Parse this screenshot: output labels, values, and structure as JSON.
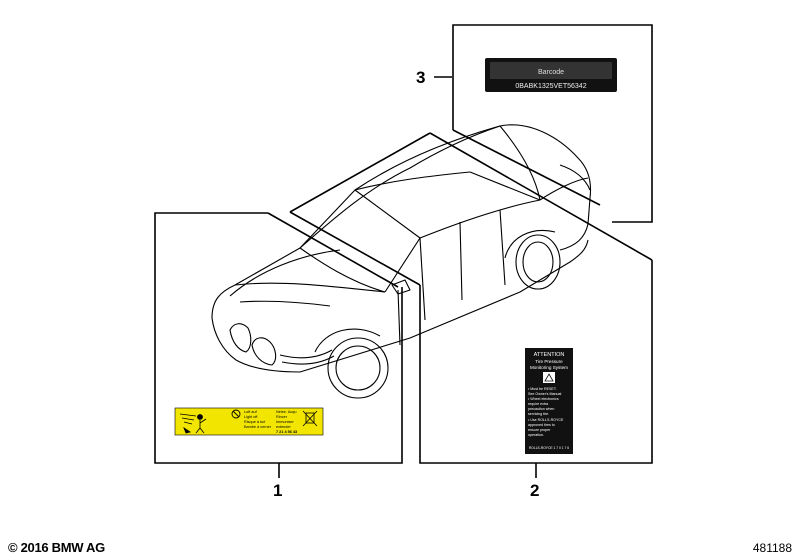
{
  "diagram": {
    "callouts": [
      "1",
      "2",
      "3"
    ],
    "barcode_label": {
      "title": "Barcode",
      "code": "0BABK1325VET56342"
    },
    "tpms_label": {
      "heading": "ATTENTION",
      "system_line1": "Tire Pressure",
      "system_line2": "Monitoring System",
      "bullets": [
        "• Must be RESET.",
        "  See Owner's Manual",
        "• Wheel electronics",
        "  require extra",
        "  precaution when",
        "  servicing tire.",
        "• Use ROLLS-ROYCE",
        "  approved tires to",
        "  ensure proper",
        "  operation."
      ],
      "footer": "ROLLS-ROYCE 1 7 0 1 7 6"
    },
    "yellow_label": {
      "lines_left": [
        "Loft auf",
        "Light off",
        "Risque à tué",
        "Bambe à cerner"
      ],
      "lines_right": [
        "Nelee. Acqu",
        "Rincer",
        "Immuniser",
        "extender"
      ],
      "code": "7 21 4 56 43"
    }
  },
  "footer": {
    "copyright": "© 2016 BMW AG",
    "diagram_number": "481188"
  },
  "colors": {
    "line": "#000000",
    "label_yellow": "#f2e600",
    "label_dark": "#111111"
  }
}
